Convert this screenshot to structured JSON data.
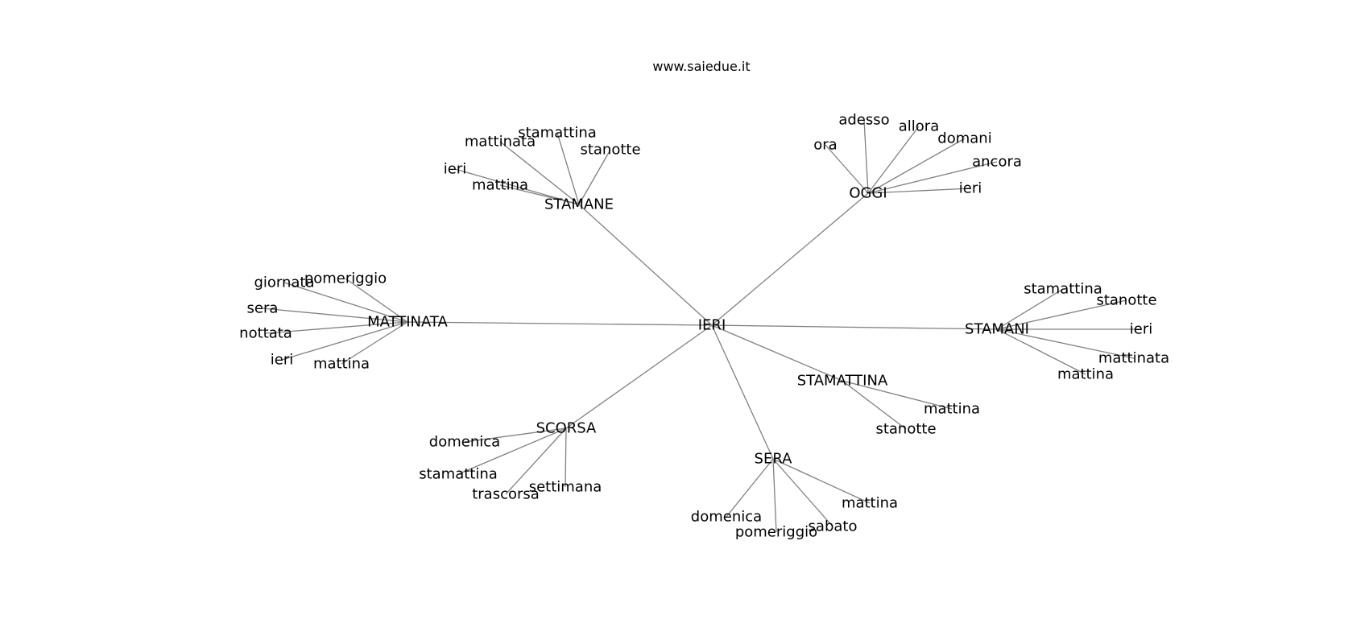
{
  "header": {
    "site": "www.saiedue.it"
  },
  "graph": {
    "root": "IERI",
    "clusters": [
      {
        "hub": "STAMANE",
        "leaves": [
          "stamattina",
          "mattinata",
          "stanotte",
          "ieri",
          "mattina"
        ]
      },
      {
        "hub": "OGGI",
        "leaves": [
          "adesso",
          "allora",
          "domani",
          "ora",
          "ancora",
          "ieri"
        ]
      },
      {
        "hub": "MATTINATA",
        "leaves": [
          "pomeriggio",
          "giornata",
          "sera",
          "nottata",
          "ieri",
          "mattina"
        ]
      },
      {
        "hub": "STAMANI",
        "leaves": [
          "stamattina",
          "stanotte",
          "ieri",
          "mattinata",
          "mattina"
        ]
      },
      {
        "hub": "STAMATTINA",
        "leaves": [
          "mattina",
          "stanotte"
        ]
      },
      {
        "hub": "SCORSA",
        "leaves": [
          "domenica",
          "stamattina",
          "settimana",
          "trascorsa"
        ]
      },
      {
        "hub": "SERA",
        "leaves": [
          "mattina",
          "domenica",
          "sabato",
          "pomeriggio"
        ]
      }
    ]
  }
}
